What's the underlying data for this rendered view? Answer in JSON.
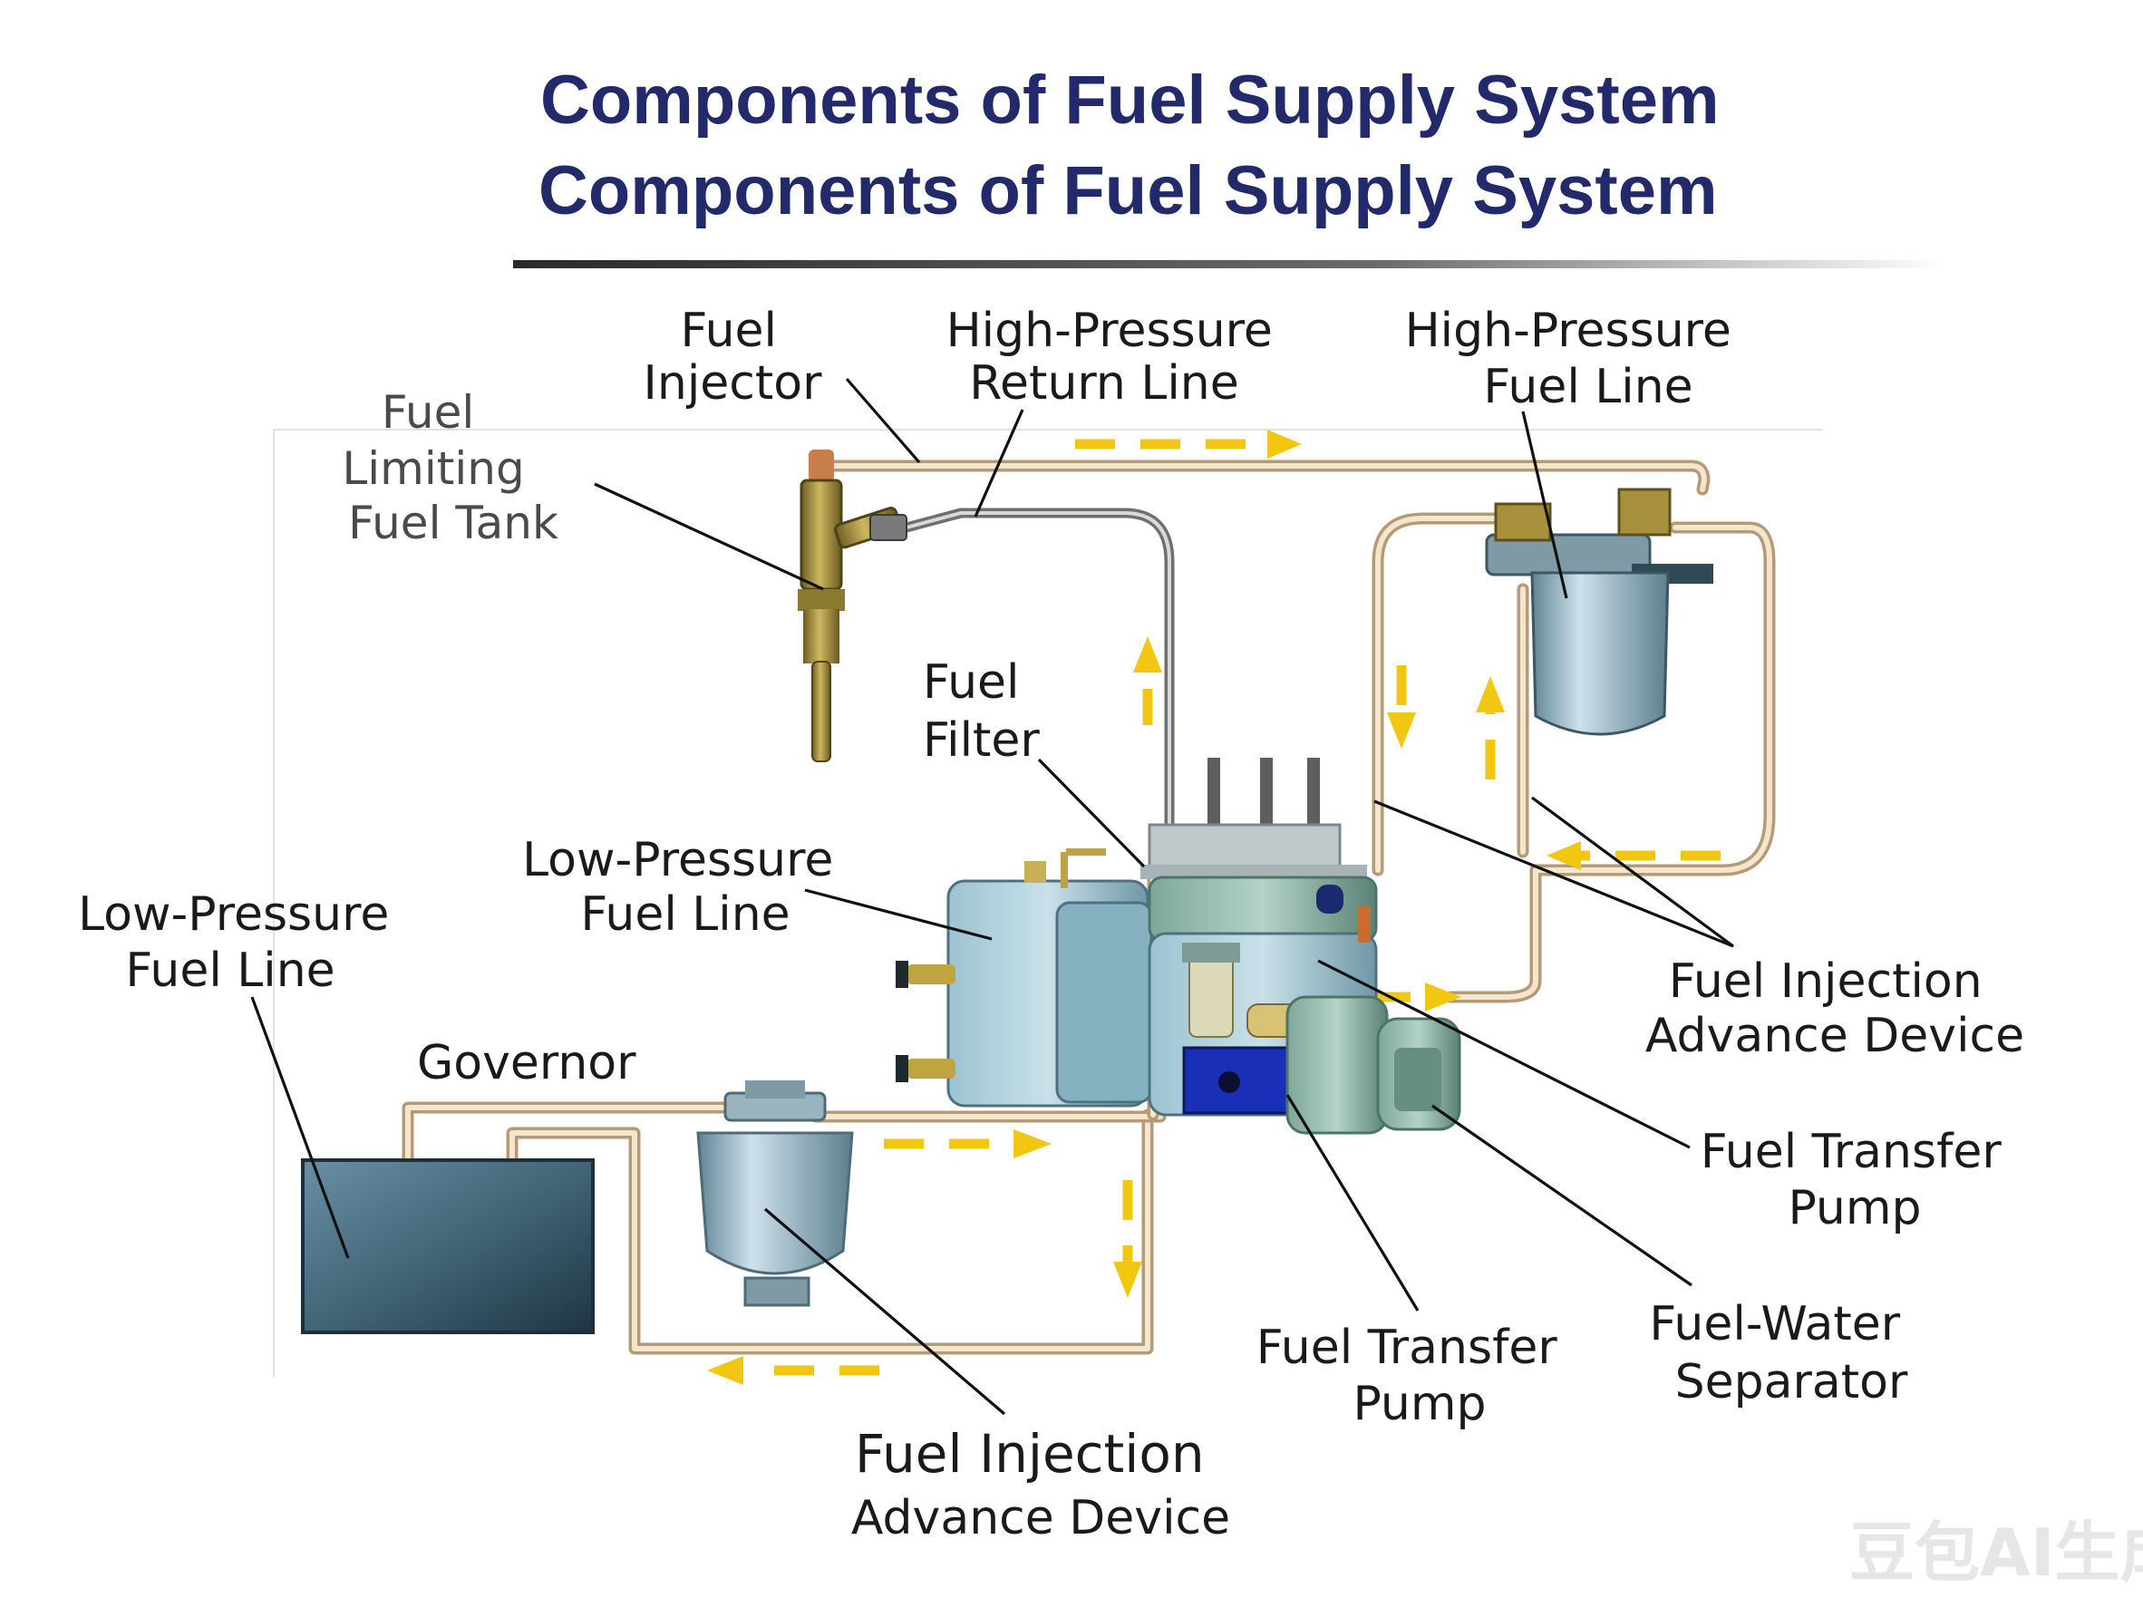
{
  "title_line1": "Components of Fuel Supply System",
  "title_line2": "Components of Fuel Supply System",
  "labels": {
    "fuel_injector": [
      "Fuel",
      "Injector"
    ],
    "hp_return_line": [
      "High-Pressure",
      "Return Line"
    ],
    "hp_fuel_line": [
      "High-Pressure",
      "Fuel Line"
    ],
    "fuel_limiting_tank": [
      "Fuel",
      "Limiting",
      "Fuel Tank"
    ],
    "fuel_filter": [
      "Fuel",
      "Filter"
    ],
    "lp_fuel_line_center": [
      "Low-Pressure",
      "Fuel Line"
    ],
    "lp_fuel_line_left": [
      "Low-Pressure",
      "Fuel Line"
    ],
    "governor": [
      "Governor"
    ],
    "advance_device_right": [
      "Fuel Injection",
      "Advance Device"
    ],
    "transfer_pump_right": [
      "Fuel Transfer",
      "Pump"
    ],
    "fuel_water_separator": [
      "Fuel-Water",
      "Separator"
    ],
    "transfer_pump_bottom": [
      "Fuel Transfer",
      "Pump"
    ],
    "advance_device_bottom": [
      "Fuel Injection",
      "Advance Device"
    ]
  },
  "watermark": "豆包AI生成",
  "colors": {
    "title": "#232a6b",
    "flow_arrow": "#f2c712",
    "pipe": "#b59a77",
    "pump_body": "#8fb8c8",
    "tank": "#3e6173",
    "injector": "#a8913c",
    "solenoid": "#1a2fb8"
  }
}
